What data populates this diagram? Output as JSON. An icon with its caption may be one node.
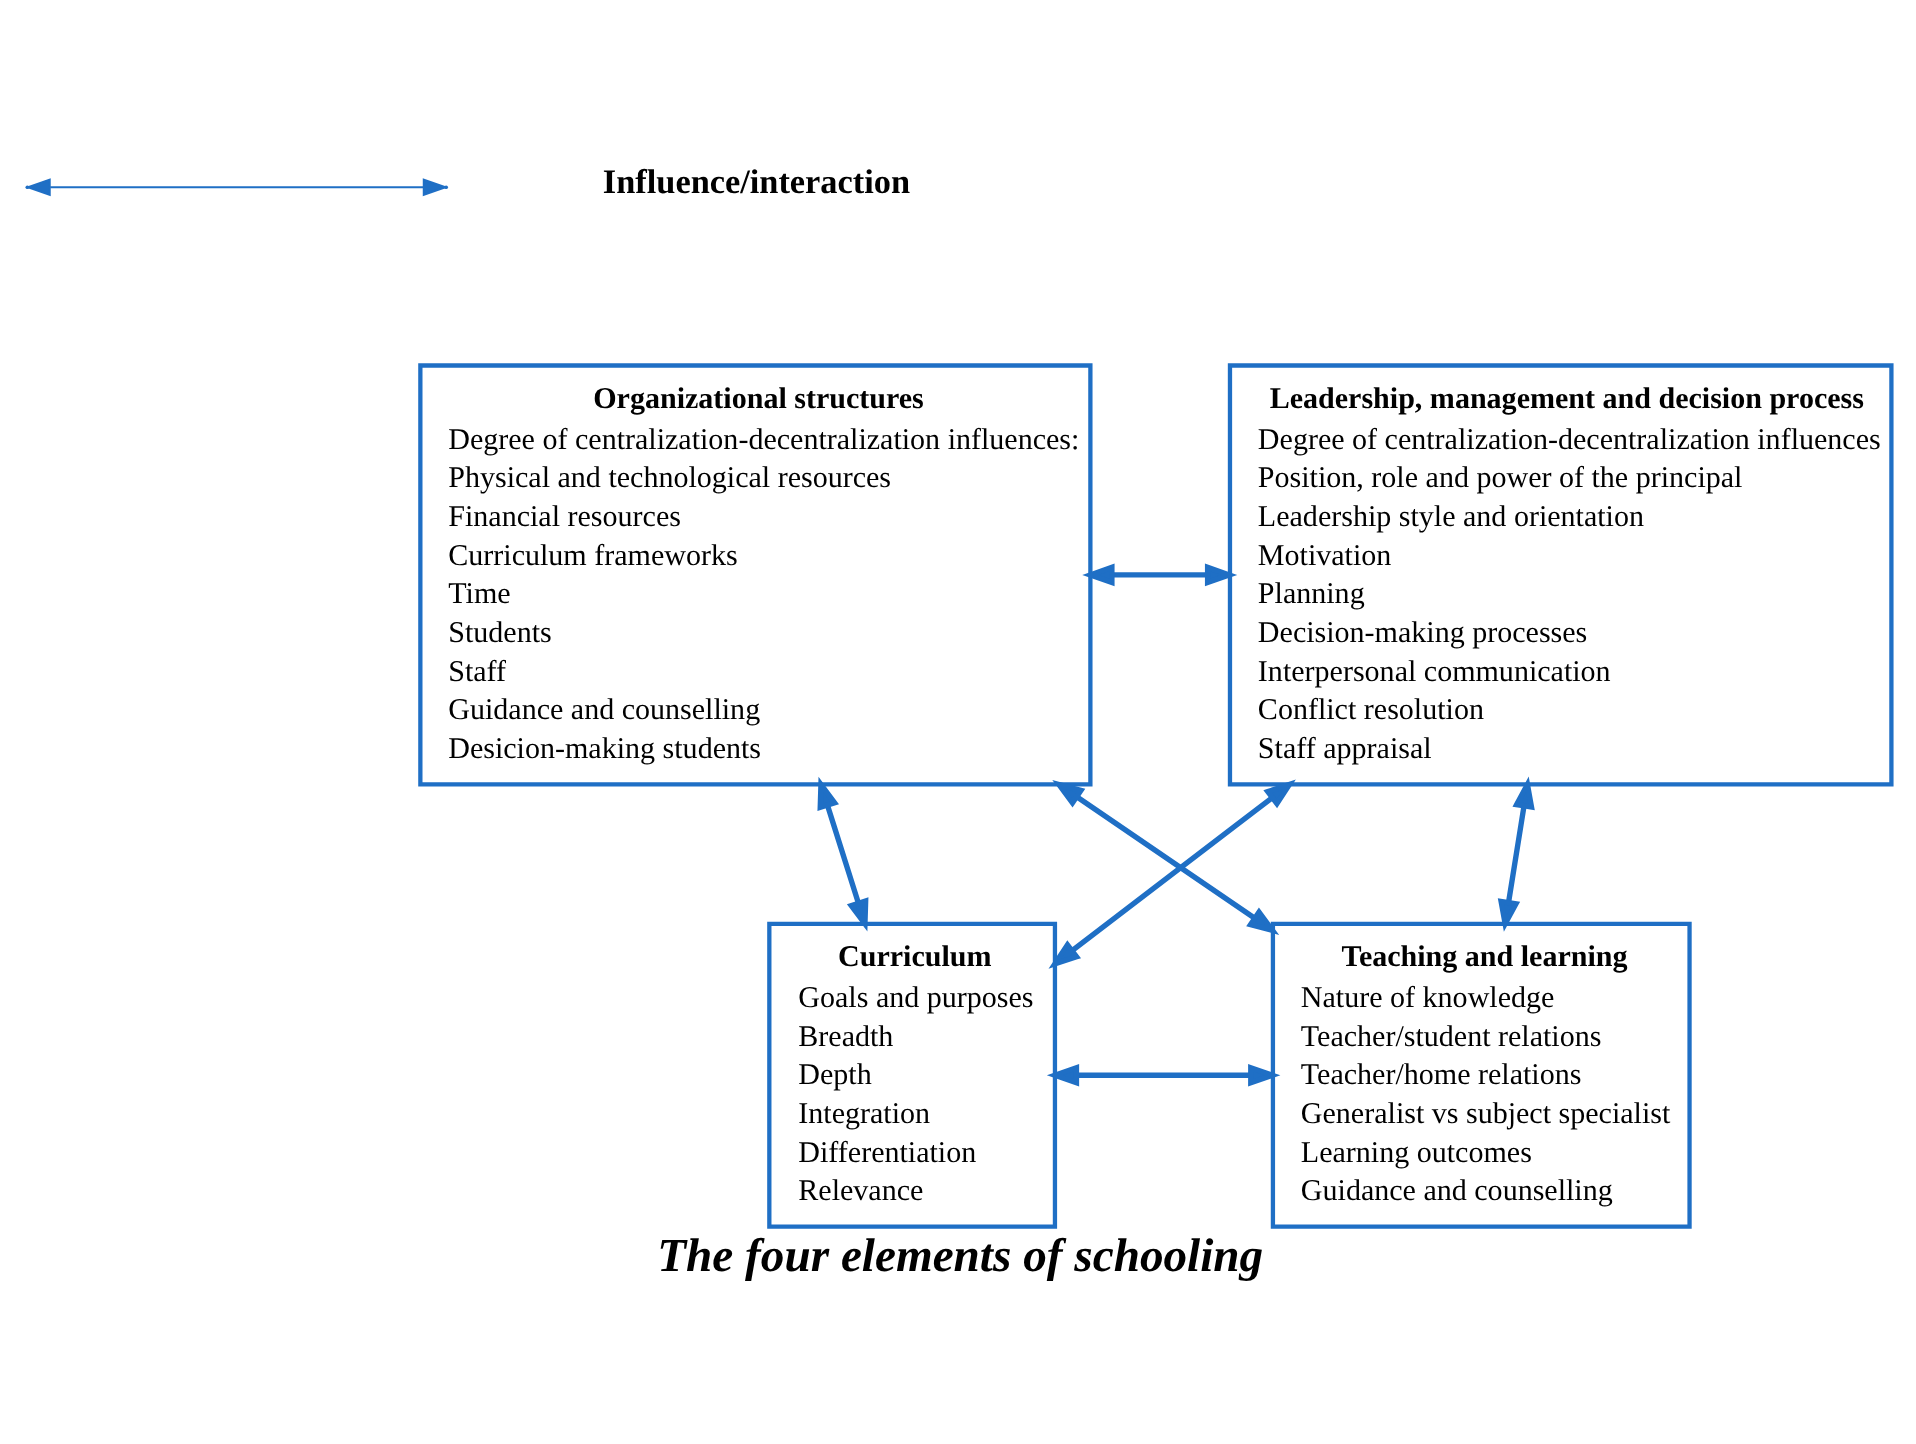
{
  "diagram": {
    "caption": "The four elements of schooling",
    "nodes": [
      {
        "text": [
          "Organizational structures",
          "Degree of centralization-decentralization influences:",
          "Physical and technological resources",
          "Financial resources",
          "Curriculum frameworks",
          "Time",
          "Students",
          "Staff",
          "Guidance and counselling",
          "Desicion-making students"
        ]
      },
      {
        "text": [
          "Leadership, management and decision process",
          "Degree of centralization-decentralization influences",
          "Position, role and power of the principal",
          "Leadership style and orientation",
          "Motivation",
          "Planning",
          "Decision-making processes",
          "Interpersonal communication",
          "Conflict resolution",
          "Staff appraisal"
        ]
      },
      {
        "text": [
          "Curriculum",
          "Goals and purposes",
          "Breadth",
          "Depth",
          "Integration",
          "Differentiation",
          "Relevance"
        ]
      },
      {
        "text": [
          "Teaching and learning",
          "Nature of knowledge",
          "Teacher/student relations",
          "Teacher/home relations",
          "Generalist vs subject specialist",
          "Learning outcomes",
          "Guidance and counselling"
        ]
      }
    ],
    "edges": [
      {
        "from": 0,
        "to": 1,
        "arrow": "both"
      },
      {
        "from": 0,
        "to": 2,
        "arrow": "both"
      },
      {
        "from": 1,
        "to": 3,
        "arrow": "both"
      },
      {
        "from": 2,
        "to": 3,
        "arrow": "both"
      },
      {
        "from": 0,
        "to": 3,
        "arrow": "both"
      },
      {
        "from": 1,
        "to": 2,
        "arrow": "both"
      }
    ],
    "legend": [
      {
        "text": "Influence/interaction"
      }
    ]
  }
}
